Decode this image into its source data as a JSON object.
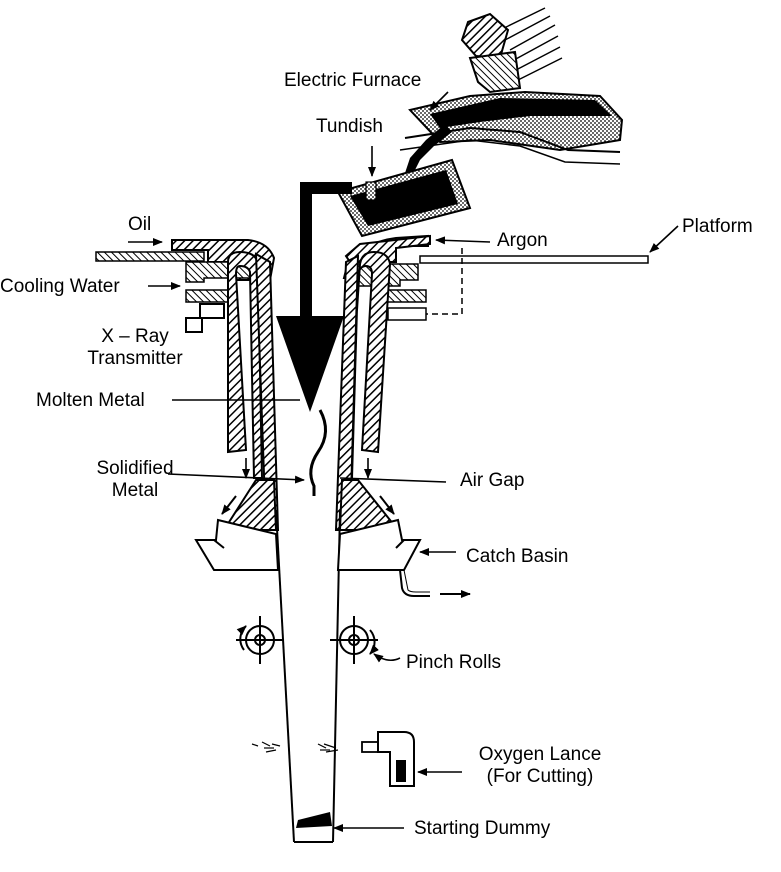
{
  "labels": {
    "electric_furnace": "Electric Furnace",
    "tundish": "Tundish",
    "oil": "Oil",
    "argon": "Argon",
    "platform": "Platform",
    "cooling_water": "Cooling Water",
    "xray_line1": "X – Ray",
    "xray_line2": "Transmitter",
    "molten_metal": "Molten Metal",
    "solidified_line1": "Solidified",
    "solidified_line2": "Metal",
    "air_gap": "Air Gap",
    "catch_basin": "Catch Basin",
    "pinch_rolls": "Pinch Rolls",
    "oxygen_line1": "Oxygen Lance",
    "oxygen_line2": "(For Cutting)",
    "starting_dummy": "Starting Dummy"
  },
  "colors": {
    "ink": "#000000",
    "paper": "#ffffff"
  }
}
